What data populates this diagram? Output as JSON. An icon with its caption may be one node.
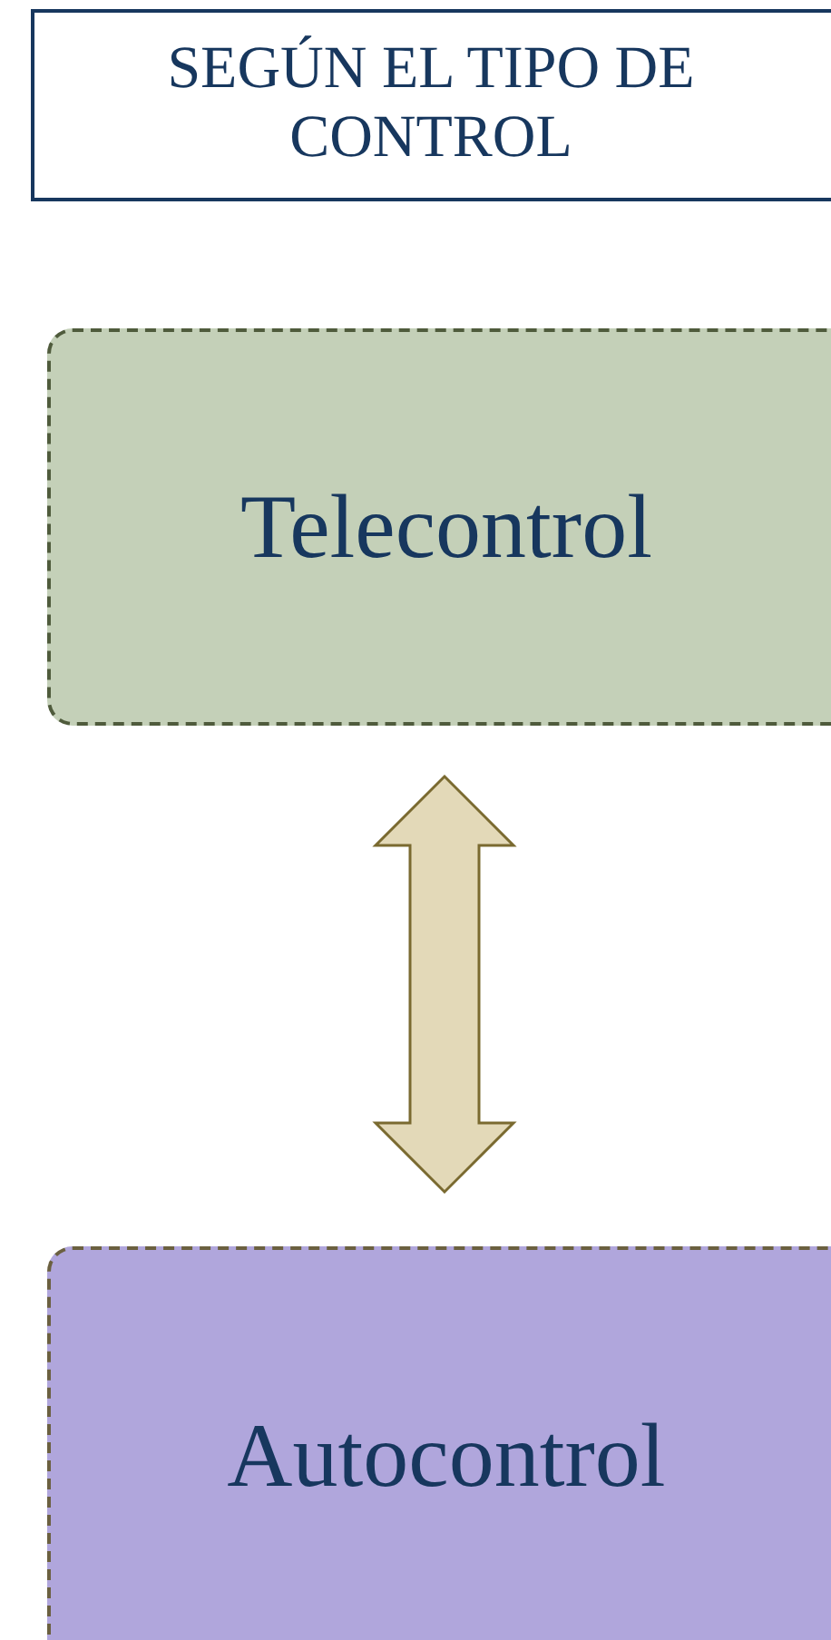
{
  "diagram": {
    "title": "SEGÚN EL TIPO DE CONTROL",
    "nodes": [
      {
        "text": [
          "Telecontrol"
        ]
      },
      {
        "text": [
          "Autocontrol"
        ]
      }
    ],
    "edges": [
      {
        "from": 0,
        "to": 1,
        "arrow": "both"
      }
    ]
  }
}
